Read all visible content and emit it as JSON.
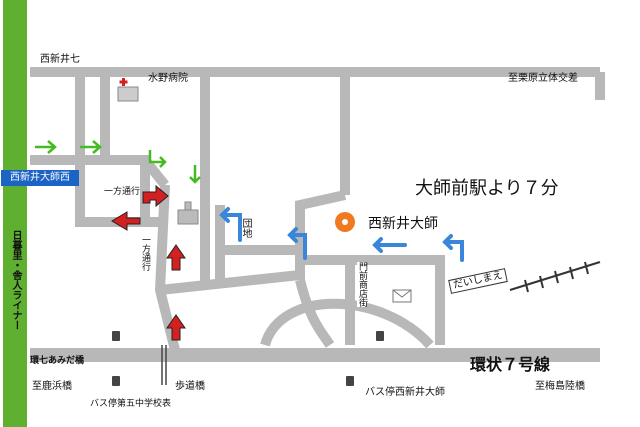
{
  "map": {
    "colors": {
      "road": "#b8b8b8",
      "rail": "#5fb030",
      "label_bg": "#1b63c4",
      "arrow_green": "#44bb22",
      "arrow_red": "#d42020",
      "arrow_blue": "#3a86d8",
      "temple": "#f07a20"
    },
    "labels": {
      "nishiarai_7": "西新井七",
      "mizuno_hospital": "水野病院",
      "to_kurihara": "至栗原立体交差",
      "nishiarai_daishi_nishi": "西新井大師西",
      "one_way_1": "一方通行",
      "one_way_2": "一方通行",
      "danchi": "団地",
      "headline": "大師前駅より７分",
      "temple": "西新井大師",
      "monzen": "門前商店街",
      "daishimae": "だいしまえ",
      "rail_line": "日暮里・舎人ライナー",
      "kanjo7": "環状７号線",
      "nana_amida": "環七あみだ橋",
      "to_shikahama": "至鹿浜橋",
      "hodokyo": "歩道橋",
      "bus_5th_jhs": "バス停第五中学校表",
      "bus_nishiarai_daishi": "バス停西新井大師",
      "to_umejima": "至梅島陸橋"
    }
  }
}
